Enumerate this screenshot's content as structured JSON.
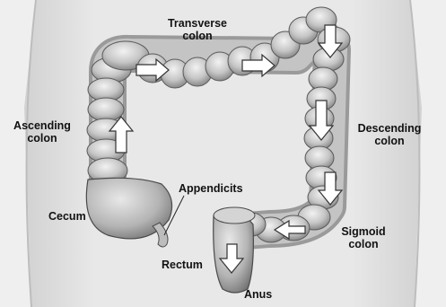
{
  "labels": {
    "transverse_colon": "Transverse colon",
    "ascending_colon": "Ascending colon",
    "descending_colon": "Descending colon",
    "cecum": "Cecum",
    "appendix": "Appendicits",
    "sigmoid_colon": "Sigmoid colon",
    "rectum": "Rectum",
    "anus": "Anus"
  },
  "colors": {
    "background": "#efefef",
    "body_silhouette": "#dcdcdc",
    "colon_fill": "#c9c9c9",
    "colon_shadow": "#8f8f8f",
    "colon_outline": "#4a4a4a",
    "arrow_fill": "#ffffff",
    "label_text": "#111111"
  },
  "arrows": [
    "flow-arrow-right",
    "flow-arrow-right",
    "flow-arrow-up",
    "flow-arrow-down",
    "flow-arrow-down",
    "flow-arrow-down",
    "flow-arrow-left",
    "flow-arrow-down"
  ]
}
